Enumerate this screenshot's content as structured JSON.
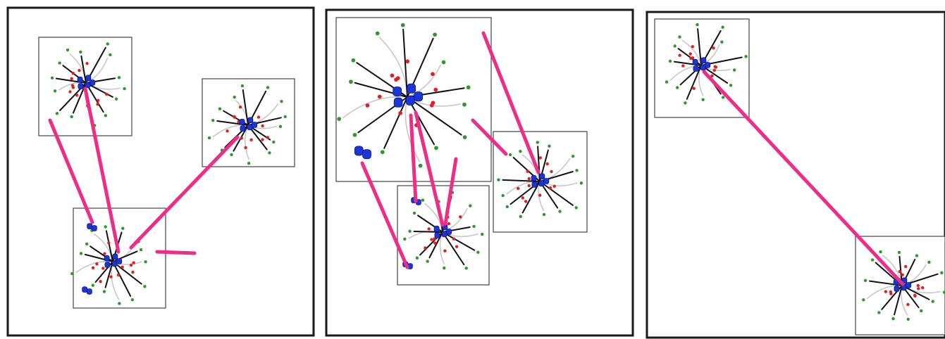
{
  "panels": [
    {
      "id": "panel-1"
    },
    {
      "id": "panel-2"
    },
    {
      "id": "panel-3"
    }
  ],
  "colors": {
    "panel_border": "#1a1a1a",
    "connector_link": "#ee2d86",
    "node_core": "#1c35d6",
    "inner_particle": "#e02020",
    "outer_particle": "#2a9a2a",
    "spoke": "#111111"
  }
}
